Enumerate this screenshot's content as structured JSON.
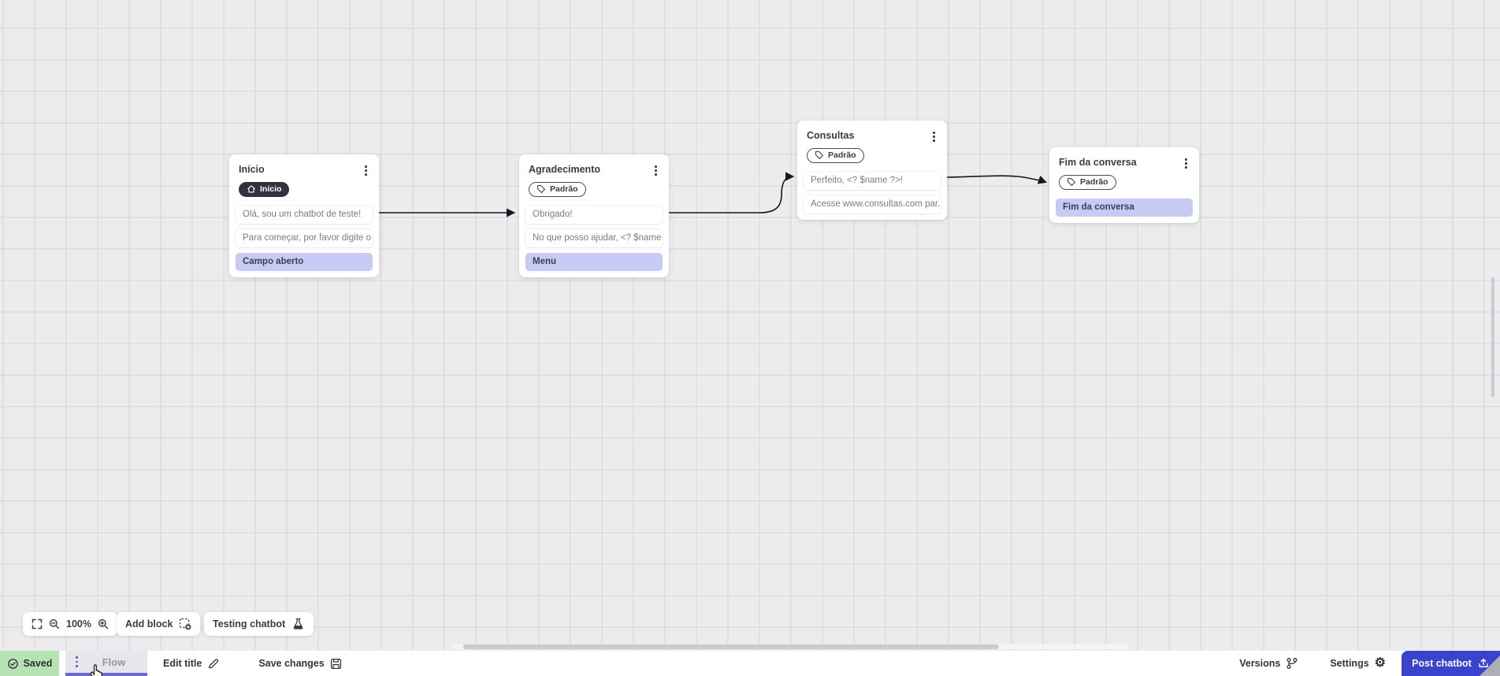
{
  "app": {
    "zoom_level": "100%",
    "toolbar": {
      "add_block_label": "Add block",
      "testing_chatbot_label": "Testing chatbot"
    },
    "status_bar": {
      "saved_label": "Saved",
      "flow_tab_label": "Flow",
      "edit_title_label": "Edit title",
      "save_changes_label": "Save changes",
      "versions_label": "Versions",
      "settings_label": "Settings",
      "post_chatbot_label": "Post chatbot"
    },
    "colors": {
      "canvas_bg": "#ECEBEE",
      "node_bg": "#FFFFFF",
      "action_row_bg": "#C6CAF4",
      "dark_badge_bg": "#32323E",
      "saved_badge_bg": "#B5E3B2",
      "accent_blue": "#3A43CE",
      "tab_underline": "#6D68CB",
      "wire_color": "#17171C"
    }
  },
  "flow": {
    "nodes": [
      {
        "title": "Início",
        "badge": "Início",
        "rows": [
          {
            "text": "Olá, sou um chatbot de teste!",
            "type": "message"
          },
          {
            "text": "Para começar, por favor digite o ...",
            "type": "message"
          },
          {
            "text": "Campo aberto",
            "type": "action"
          }
        ]
      },
      {
        "title": "Agradecimento",
        "badge": "Padrão",
        "rows": [
          {
            "text": "Obrigado!",
            "type": "message"
          },
          {
            "text": "No que posso ajudar, <? $name ...",
            "type": "message"
          },
          {
            "text": "Menu",
            "type": "action"
          }
        ]
      },
      {
        "title": "Consultas",
        "badge": "Padrão",
        "rows": [
          {
            "text": "Perfeito, <? $name ?>!",
            "type": "message"
          },
          {
            "text": "Acesse www.consultas.com par...",
            "type": "message"
          }
        ]
      },
      {
        "title": "Fim da conversa",
        "badge": "Padrão",
        "rows": [
          {
            "text": "Fim da conversa",
            "type": "action"
          }
        ]
      }
    ]
  }
}
